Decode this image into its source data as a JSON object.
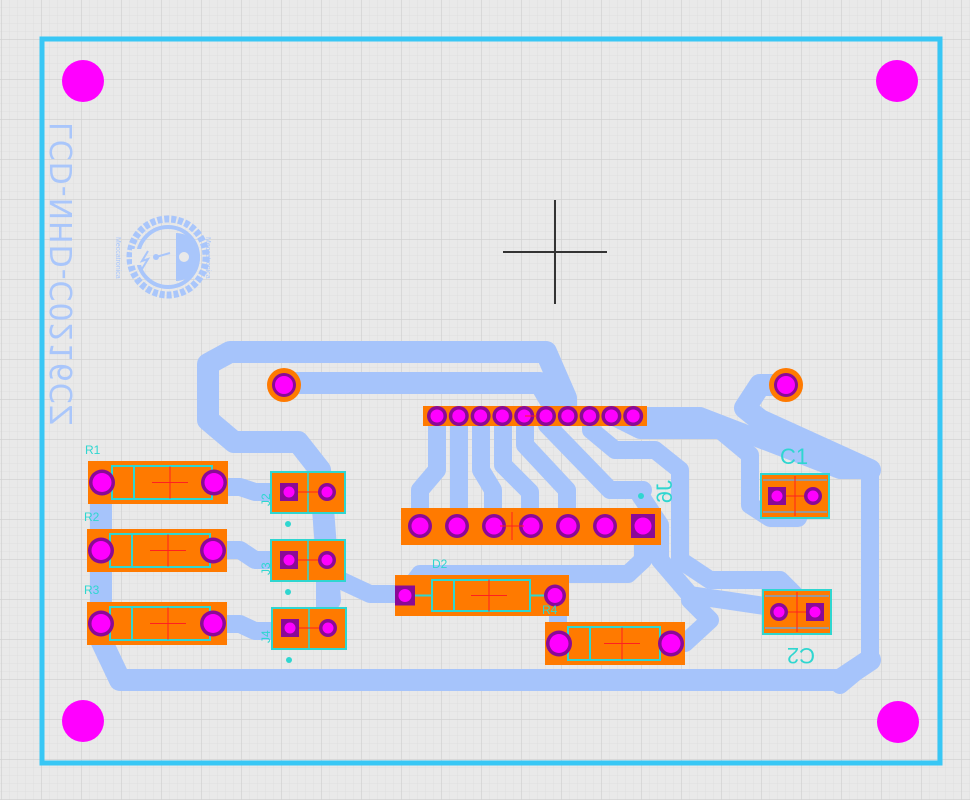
{
  "app": {
    "view": "PCB layout editor canvas",
    "board_silkscreen_title": "LCD-NHD-C0216CZ"
  },
  "colors": {
    "background": "#e9e9e9",
    "board_outline": "#38c7f5",
    "trace": "#a6c4fb",
    "pad_copper": "#ff7a00",
    "drill_hole": "#ff00ff",
    "pad_ring": "#8a0a96",
    "silkscreen_outline": "#2fd6d0",
    "component_center_mark": "#ff2020",
    "cursor": "#333333"
  },
  "components": {
    "R1": {
      "label": "R1",
      "type": "resistor"
    },
    "R2": {
      "label": "R2",
      "type": "resistor"
    },
    "R3": {
      "label": "R3",
      "type": "resistor"
    },
    "R4": {
      "label": "R4",
      "type": "resistor"
    },
    "D2": {
      "label": "D2",
      "type": "diode"
    },
    "J2": {
      "label": "J2",
      "type": "2-pin header"
    },
    "J3": {
      "label": "J3",
      "type": "2-pin header"
    },
    "J4": {
      "label": "J4",
      "type": "2-pin header"
    },
    "J6": {
      "label": "J6",
      "type": "7-pin header"
    },
    "C1": {
      "label": "C1",
      "type": "capacitor"
    },
    "C2": {
      "label": "C2",
      "type": "capacitor"
    },
    "LCD": {
      "label": "",
      "type": "10-pin LCD connector"
    }
  },
  "mounting_holes": [
    "top-left",
    "top-right",
    "bottom-left",
    "bottom-right"
  ],
  "icons": {
    "crosshair": "crosshair-cursor-icon",
    "logo": "gear-logo-icon"
  }
}
